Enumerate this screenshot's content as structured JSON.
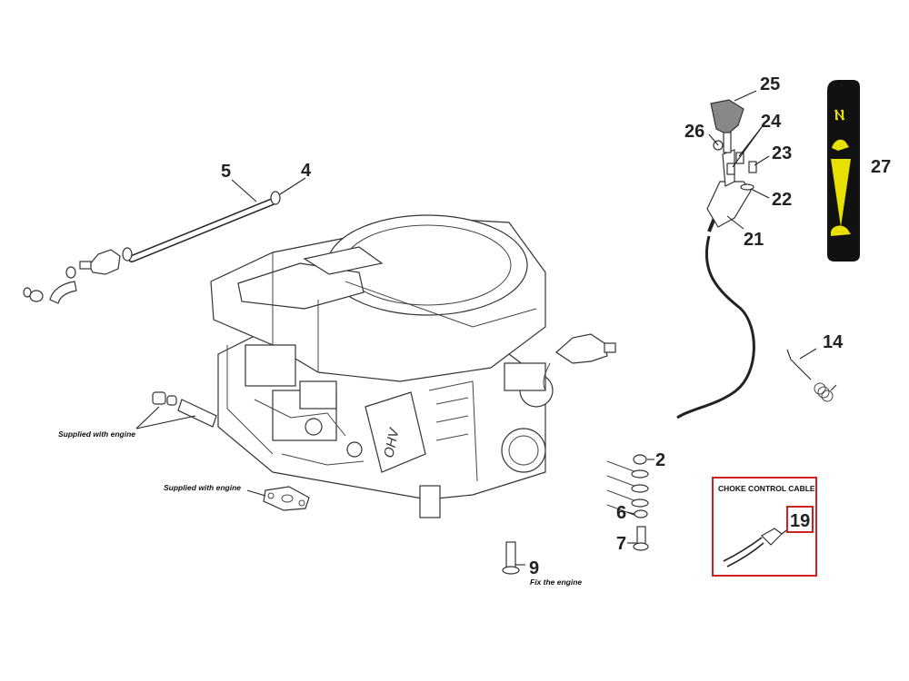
{
  "callouts": {
    "c25": "25",
    "c24": "24",
    "c26": "26",
    "c23": "23",
    "c27": "27",
    "c22": "22",
    "c21": "21",
    "c5": "5",
    "c4": "4",
    "c14": "14",
    "c2": "2",
    "c6": "6",
    "c7": "7",
    "c9": "9",
    "c19": "19"
  },
  "notes": {
    "supplied_with_engine_1": "Supplied with engine",
    "supplied_with_engine_2": "Supplied with engine",
    "fix_the_engine": "Fix the engine",
    "choke_control_cable": "CHOKE CONTROL CABLE"
  },
  "engine_label": "OHV",
  "colors": {
    "highlight_box": "#cc2222",
    "decal_background": "#111111",
    "decal_symbols": "#e8e000",
    "knob": "#888888"
  }
}
